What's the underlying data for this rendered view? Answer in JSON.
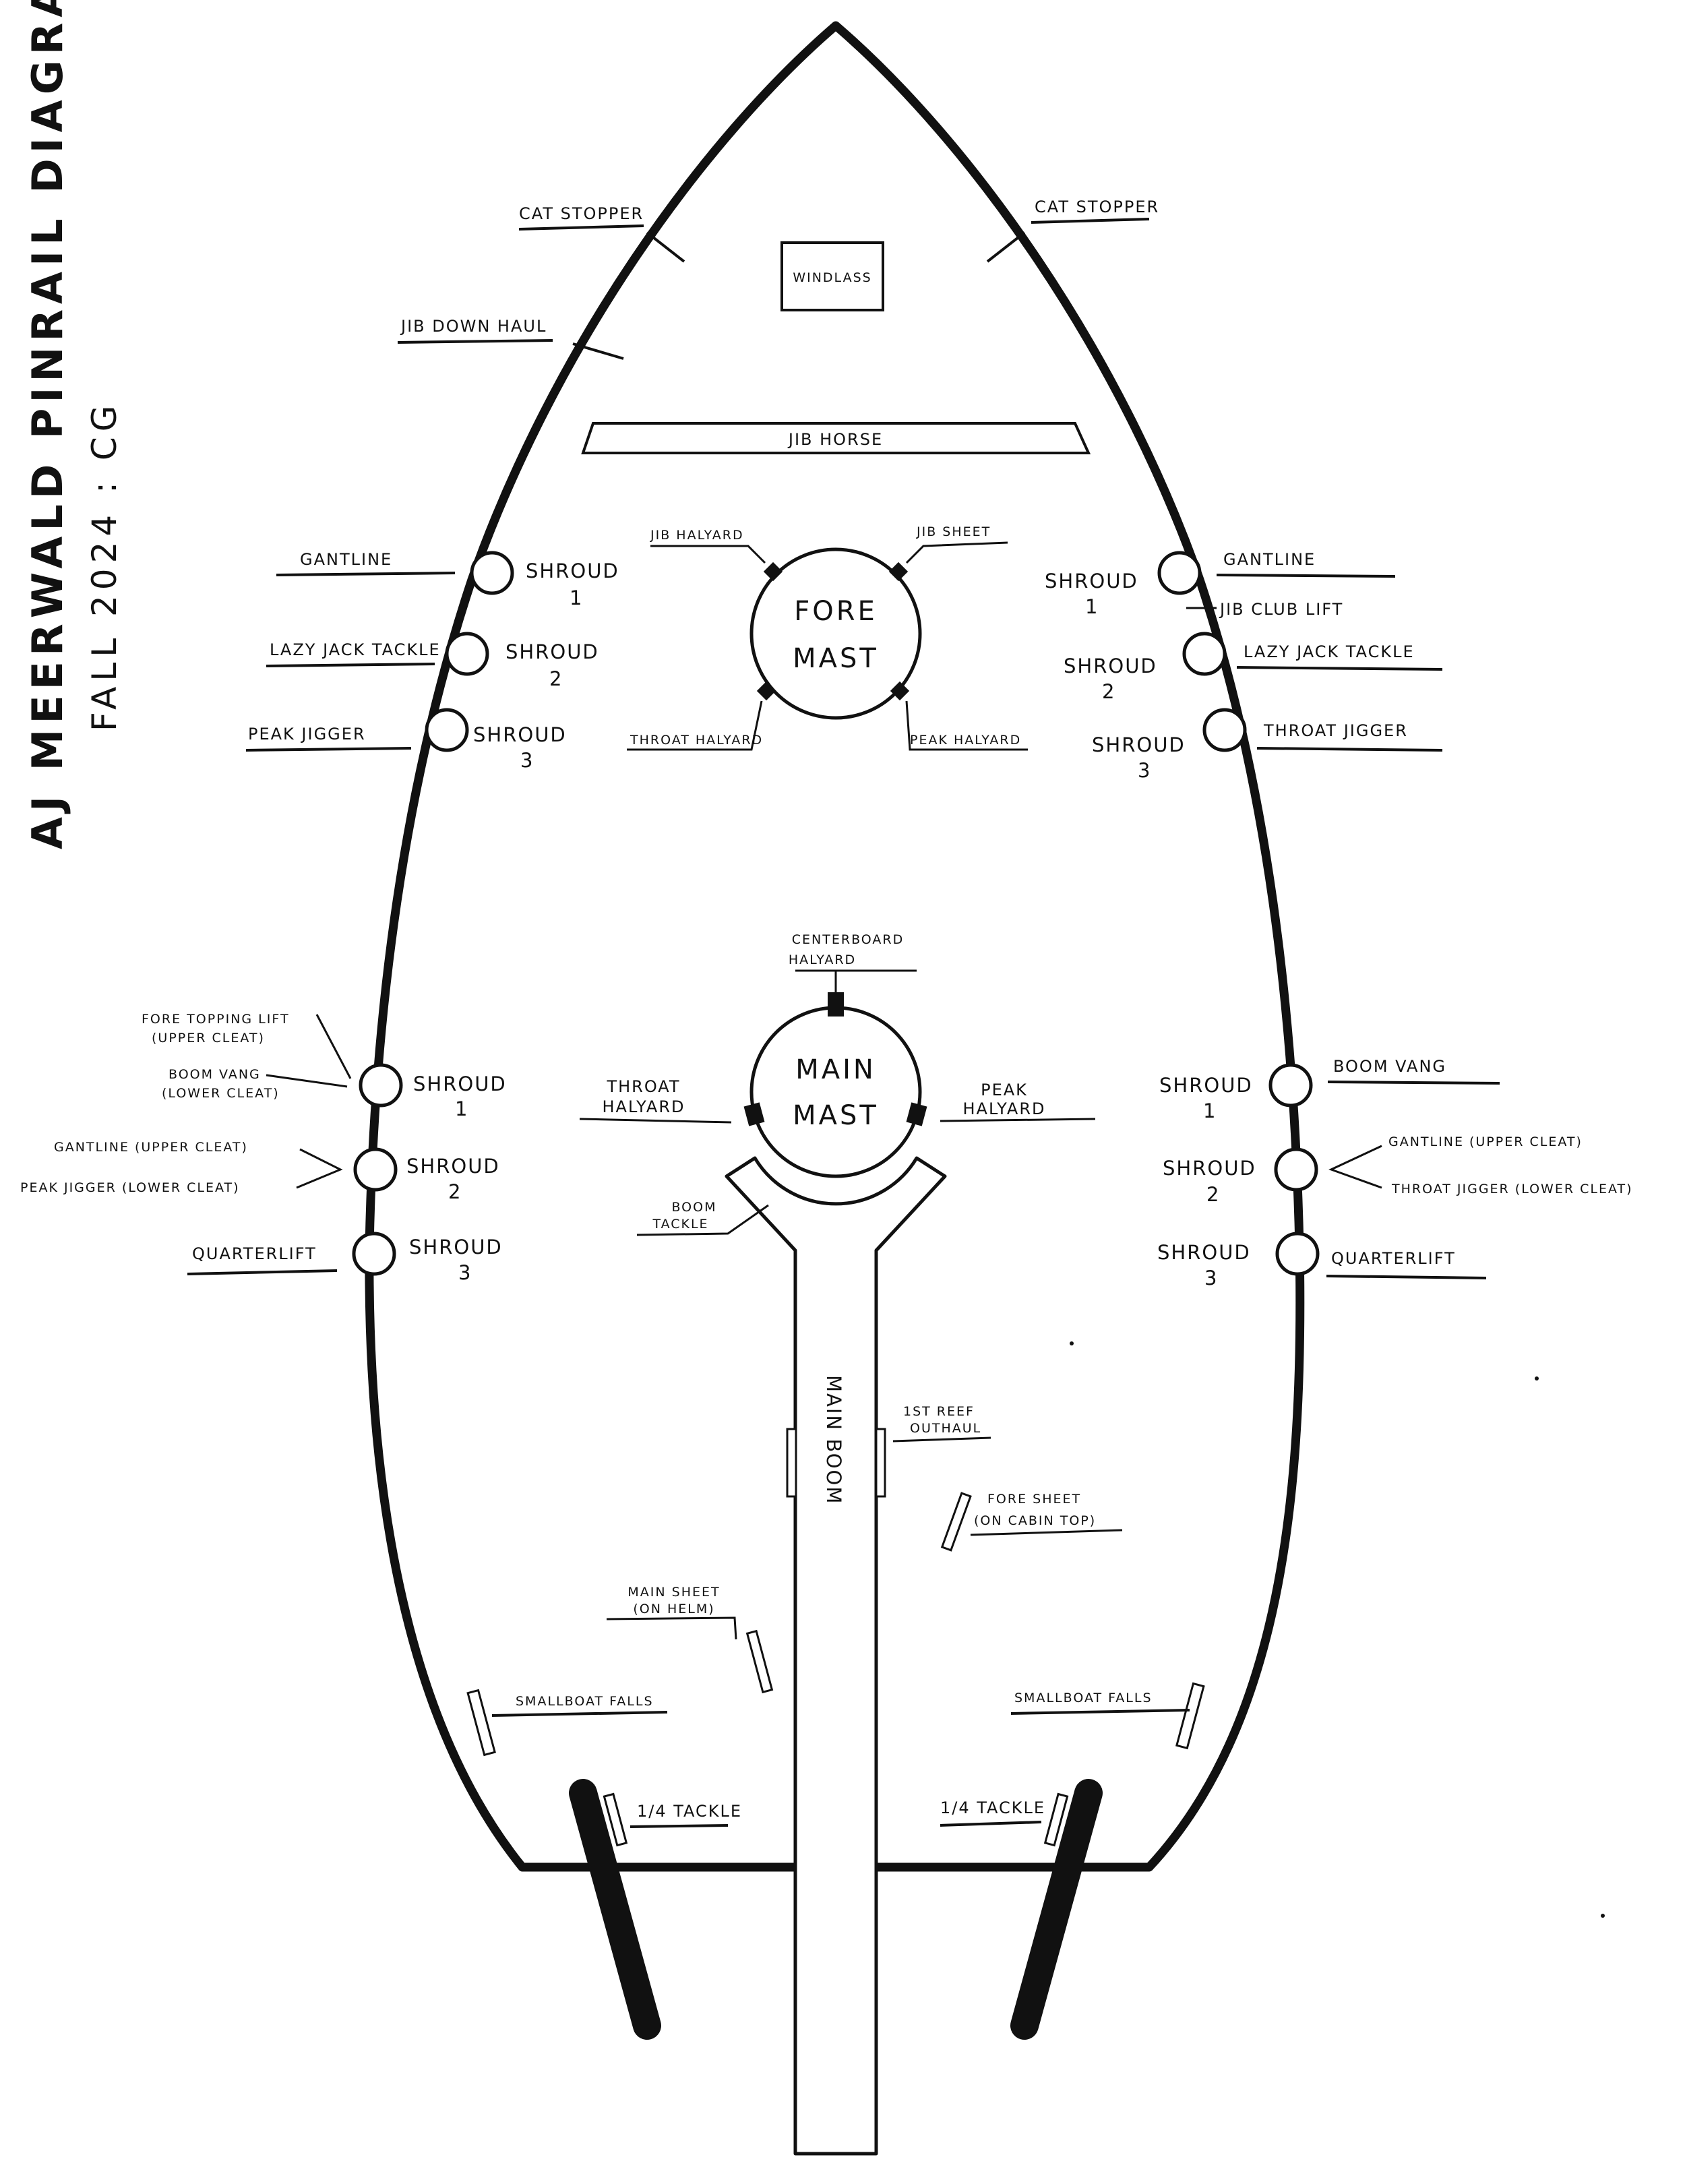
{
  "title": "AJ MEERWALD PINRAIL DIAGRAM",
  "subtitle": "FALL 2024 : CG",
  "deck": {
    "windlass": "WINDLASS",
    "jib_horse": "JIB HORSE",
    "main_boom": "MAIN BOOM"
  },
  "fore_mast": {
    "line1": "FORE",
    "line2": "MAST",
    "jib_halyard": "JIB HALYARD",
    "jib_sheet": "JIB SHEET",
    "throat_halyard": "THROAT HALYARD",
    "peak_halyard": "PEAK HALYARD"
  },
  "main_mast": {
    "line1": "MAIN",
    "line2": "MAST",
    "centerboard_1": "CENTERBOARD",
    "centerboard_2": "HALYARD",
    "throat_1": "THROAT",
    "throat_2": "HALYARD",
    "peak_1": "PEAK",
    "peak_2": "HALYARD",
    "boom_tackle_1": "BOOM",
    "boom_tackle_2": "TACKLE"
  },
  "shroud_word": "SHROUD",
  "shroud_numbers": [
    "1",
    "2",
    "3"
  ],
  "port": {
    "cat_stopper": "CAT STOPPER",
    "jib_downhaul": "JIB DOWN HAUL",
    "fore": [
      "GANTLINE",
      "LAZY JACK TACKLE",
      "PEAK JIGGER"
    ],
    "main_1a": "FORE TOPPING LIFT",
    "main_1b": "(UPPER CLEAT)",
    "main_1c": "BOOM VANG",
    "main_1d": "(LOWER CLEAT)",
    "main_2a": "GANTLINE (UPPER CLEAT)",
    "main_2b": "PEAK JIGGER (LOWER CLEAT)",
    "main_3": "QUARTERLIFT",
    "smallboat_falls": "SMALLBOAT FALLS",
    "quarter_tackle": "1/4 TACKLE",
    "main_sheet_1": "MAIN SHEET",
    "main_sheet_2": "(ON HELM)"
  },
  "starboard": {
    "cat_stopper": "CAT STOPPER",
    "fore": [
      "GANTLINE",
      "LAZY JACK TACKLE",
      "THROAT JIGGER"
    ],
    "jib_club_lift": "JIB CLUB LIFT",
    "main_1": "BOOM VANG",
    "main_2a": "GANTLINE (UPPER CLEAT)",
    "main_2b": "THROAT JIGGER (LOWER CLEAT)",
    "main_3": "QUARTERLIFT",
    "smallboat_falls": "SMALLBOAT FALLS",
    "quarter_tackle": "1/4 TACKLE",
    "reef_1": "1ST REEF",
    "reef_2": "OUTHAUL",
    "fore_sheet_1": "FORE SHEET",
    "fore_sheet_2": "(ON CABIN TOP)"
  },
  "colors": {
    "ink": "#111111",
    "paper": "#ffffff"
  }
}
